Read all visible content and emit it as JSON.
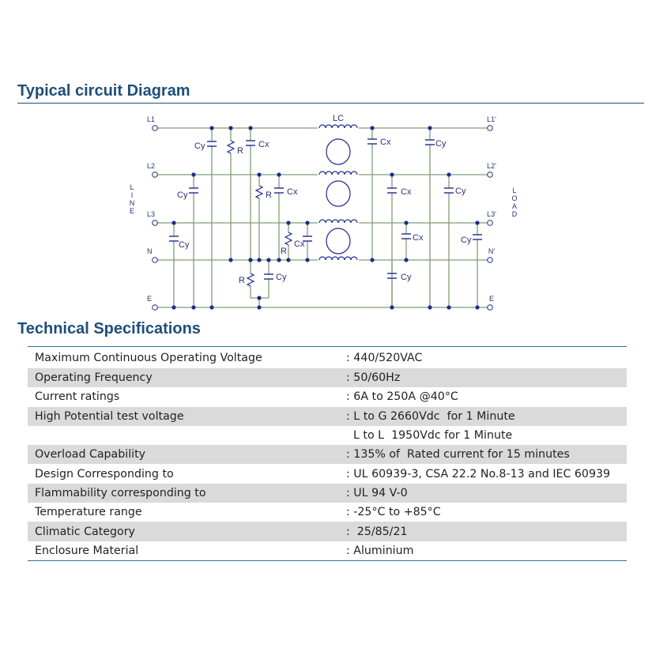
{
  "diagram": {
    "title": "Typical circuit Diagram",
    "choke_label": "LC",
    "line_side": {
      "terminals": [
        "L1",
        "L2",
        "L3",
        "N",
        "E"
      ],
      "side_label": "LINE"
    },
    "load_side": {
      "terminals": [
        "L1'",
        "L2'",
        "L3'",
        "N'",
        "E"
      ],
      "side_label": "LOAD"
    },
    "component_labels": {
      "cy": "Cy",
      "cx": "Cx",
      "r": "R"
    },
    "colors": {
      "wire": "#7f9f74",
      "node": "#1f2a8f",
      "label": "#2e2e78"
    }
  },
  "specs": {
    "title": "Technical Specifications",
    "rows": [
      {
        "label": "Maximum Continuous  Operating Voltage",
        "value": ": 440/520VAC",
        "shaded": false
      },
      {
        "label": "Operating Frequency",
        "value": ": 50/60Hz",
        "shaded": true
      },
      {
        "label": "Current ratings",
        "value": ": 6A to 250A @40°C",
        "shaded": false
      },
      {
        "label": "High Potential test voltage",
        "value": ": L to G 2660Vdc  for 1 Minute",
        "shaded": true
      },
      {
        "label": "",
        "value": "  L to L  1950Vdc for 1 Minute",
        "shaded": false
      },
      {
        "label": "Overload Capability",
        "value": ": 135% of  Rated current for 15 minutes",
        "shaded": true
      },
      {
        "label": "Design Corresponding to",
        "value": ": UL 60939-3, CSA 22.2 No.8-13 and IEC 60939",
        "shaded": false
      },
      {
        "label": "Flammability corresponding to",
        "value": ": UL 94 V-0",
        "shaded": true
      },
      {
        "label": "Temperature range",
        "value": ": -25°C to +85°C",
        "shaded": false
      },
      {
        "label": "Climatic Category",
        "value": ":  25/85/21",
        "shaded": true
      },
      {
        "label": "Enclosure Material",
        "value": ": Aluminium",
        "shaded": false
      }
    ],
    "border_color": "#2e6e9e",
    "shade_color": "#dadada"
  },
  "theme": {
    "heading_color": "#1f4e79"
  }
}
